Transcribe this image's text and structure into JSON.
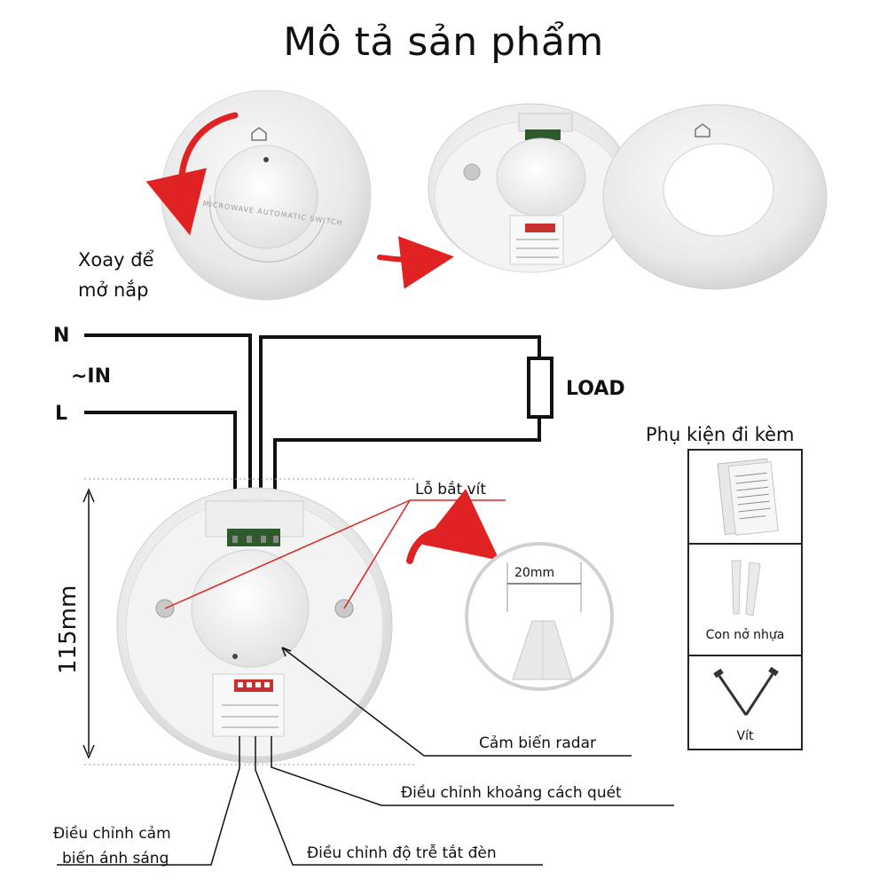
{
  "title": "Mô tả sản phẩm",
  "rotate_instruction": {
    "line1": "Xoay để",
    "line2": "mở nắp"
  },
  "wiring": {
    "n": "N",
    "in": "~IN",
    "l": "L",
    "load": "LOAD"
  },
  "accessories": {
    "title": "Phụ kiện đi kèm",
    "items": [
      {
        "label": ""
      },
      {
        "label": "Con nở nhựa"
      },
      {
        "label": "Vít"
      }
    ]
  },
  "callouts": {
    "screw_hole": "Lỗ bắt vít",
    "radar_sensor": "Cảm biến radar",
    "scan_distance": "Điều chỉnh khoảng cách quét",
    "light_sensor_line1": "Điều chỉnh cảm",
    "light_sensor_line2": "biến ánh sáng",
    "delay": "Điều chỉnh độ trễ tắt đèn"
  },
  "dimensions": {
    "diameter": "115mm",
    "anchor_width": "20mm"
  },
  "product_text": {
    "label": "MICROWAVE AUTOMATIC SWITCH"
  },
  "colors": {
    "arrow": "#e02222",
    "line": "#111111",
    "device": "#eeeeee"
  }
}
